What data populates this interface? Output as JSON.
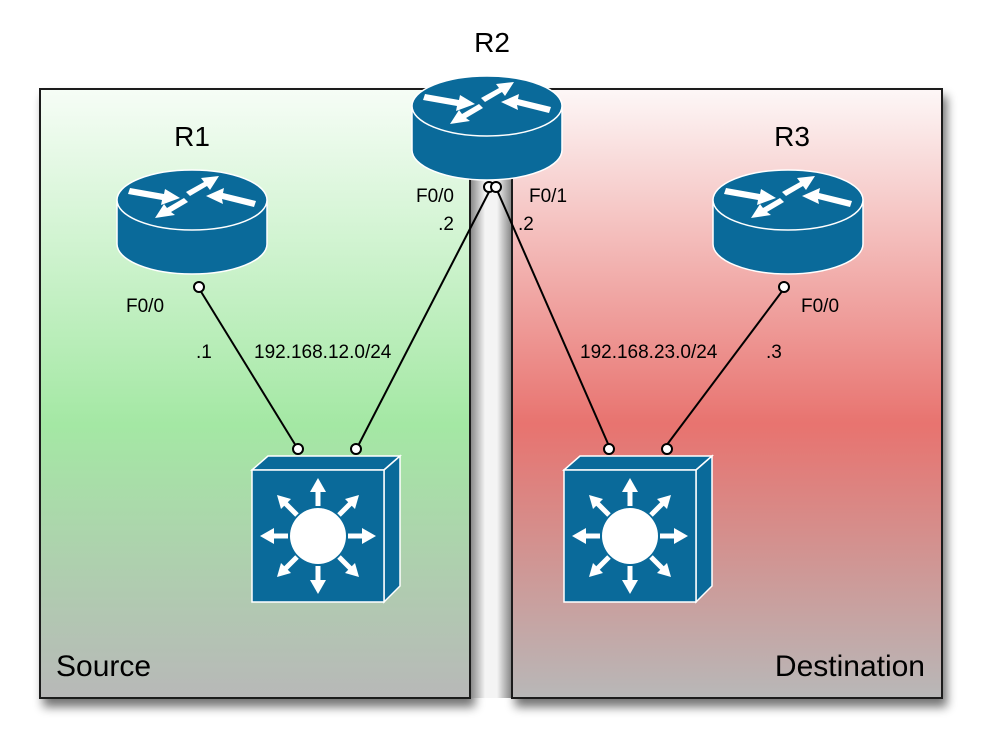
{
  "zones": {
    "source": {
      "label": "Source",
      "colors": {
        "top": "#f4fcf4",
        "mid": "#a4e8a4",
        "bottom": "#b8b8b8"
      }
    },
    "destination": {
      "label": "Destination",
      "colors": {
        "top": "#fdf6f6",
        "mid": "#e8736f",
        "bottom": "#b8b8b8"
      }
    }
  },
  "devices": {
    "r1": {
      "name": "R1",
      "type": "router",
      "interface": "F0/0",
      "host": ".1"
    },
    "r2": {
      "name": "R2",
      "type": "router",
      "interfaces": [
        {
          "name": "F0/0",
          "host": ".2"
        },
        {
          "name": "F0/1",
          "host": ".2"
        }
      ]
    },
    "r3": {
      "name": "R3",
      "type": "router",
      "interface": "F0/0",
      "host": ".3"
    },
    "sw1": {
      "type": "multilayer-switch"
    },
    "sw2": {
      "type": "multilayer-switch"
    }
  },
  "networks": {
    "left": "192.168.12.0/24",
    "right": "192.168.23.0/24"
  },
  "device_color": "#0a6a9a"
}
